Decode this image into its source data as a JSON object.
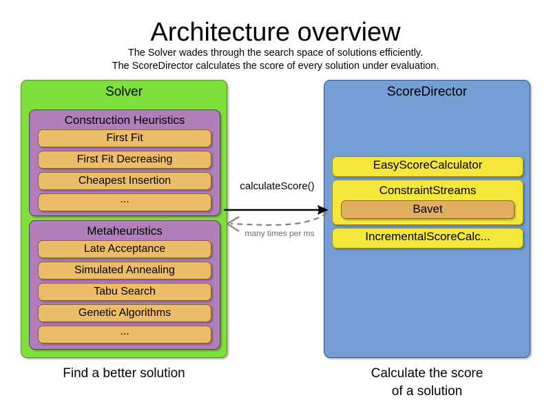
{
  "header": {
    "title": "Architecture overview",
    "subtitle_lines": [
      "The Solver wades through the search space of solutions efficiently.",
      "The ScoreDirector calculates the score of every solution under evaluation."
    ]
  },
  "solver": {
    "title": "Solver",
    "caption": "Find a better solution",
    "groups": [
      {
        "title": "Construction Heuristics",
        "items": [
          "First Fit",
          "First Fit Decreasing",
          "Cheapest Insertion",
          "..."
        ]
      },
      {
        "title": "Metaheuristics",
        "items": [
          "Late Acceptance",
          "Simulated Annealing",
          "Tabu Search",
          "Genetic Algorithms",
          "..."
        ]
      }
    ]
  },
  "score_director": {
    "title": "ScoreDirector",
    "caption_lines": [
      "Calculate the score",
      "of a solution"
    ],
    "calculators": [
      {
        "label": "EasyScoreCalculator",
        "nested": null
      },
      {
        "label": "ConstraintStreams",
        "nested": "Bavet"
      },
      {
        "label": "IncrementalScoreCalc...",
        "nested": null
      }
    ]
  },
  "connector": {
    "request_label": "calculateScore()",
    "response_label": "many times per ms"
  },
  "colors": {
    "solver_panel": "#7FE03C",
    "score_director_panel": "#739FD5",
    "group": "#B07EB8",
    "item": "#EDBC68",
    "calculator": "#F5E63C",
    "nested_calculator": "#E2AE63",
    "arrow_solid": "#000000",
    "arrow_dashed": "#808080",
    "background": "#FFFFFF"
  }
}
